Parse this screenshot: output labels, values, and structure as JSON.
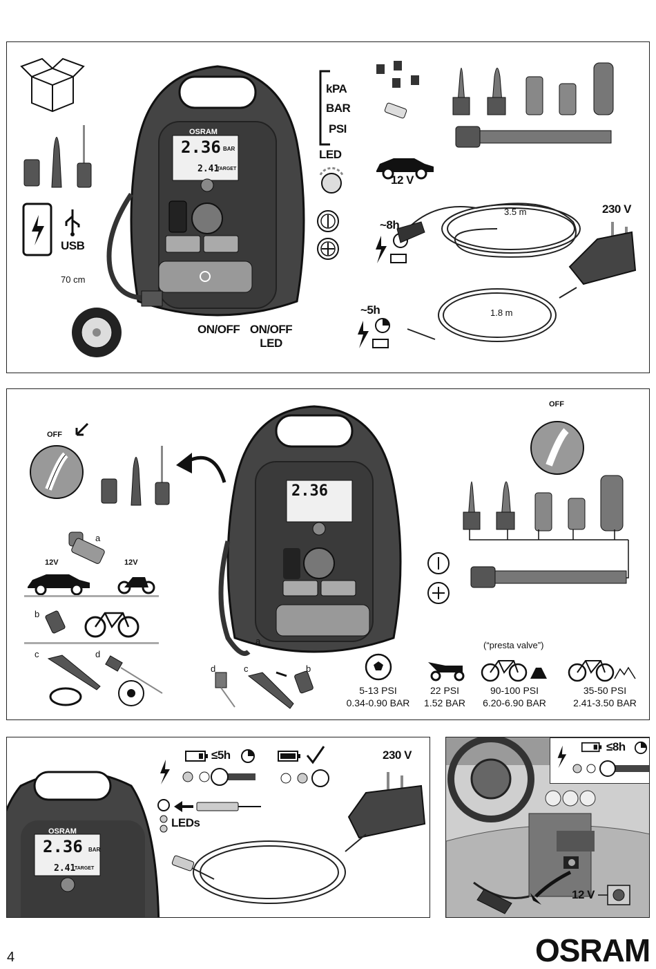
{
  "panel1": {
    "units": [
      "kPA",
      "BAR",
      "PSI"
    ],
    "led_label": "LED",
    "usb_label": "USB",
    "hose_length": "70 cm",
    "onoff_label": "ON/OFF",
    "onoff_led_label": "ON/OFF LED",
    "car_voltage": "12 V",
    "mains_voltage": "230 V",
    "charge_time_car": "~8h",
    "charge_time_mains": "~5h",
    "cable_long": "3.5 m",
    "cable_short": "1.8 m",
    "brand": "OSRAM",
    "lcd_main": "2.36",
    "lcd_target": "2.41",
    "lcd_unit": "BAR",
    "lcd_target_label": "TARGET"
  },
  "panel2": {
    "off_label": "OFF",
    "voltage_car": "12V",
    "voltage_moto": "12V",
    "letters": [
      "a",
      "b",
      "c",
      "d"
    ],
    "presta_note": "(“presta valve”)",
    "specs": [
      {
        "psi": "5-13 PSI",
        "bar": "0.34-0.90 BAR",
        "icon": "football-icon"
      },
      {
        "psi": "22 PSI",
        "bar": "1.52 BAR",
        "icon": "lawnmower-icon"
      },
      {
        "psi": "90-100 PSI",
        "bar": "6.20-6.90 BAR",
        "icon": "road-bike-icon"
      },
      {
        "psi": "35-50 PSI",
        "bar": "2.41-3.50 BAR",
        "icon": "mountain-bike-icon"
      }
    ]
  },
  "panel3": {
    "charge_time": "≤5h",
    "mains_voltage": "230 V",
    "leds_label": "LEDs",
    "brand": "OSRAM",
    "lcd_main": "2.36",
    "lcd_target": "2.41",
    "lcd_unit": "BAR",
    "lcd_target_label": "TARGET"
  },
  "panel4": {
    "charge_time": "≤8h",
    "voltage": "12 V"
  },
  "footer": {
    "page_number": "4",
    "logo": "OSRAM"
  }
}
